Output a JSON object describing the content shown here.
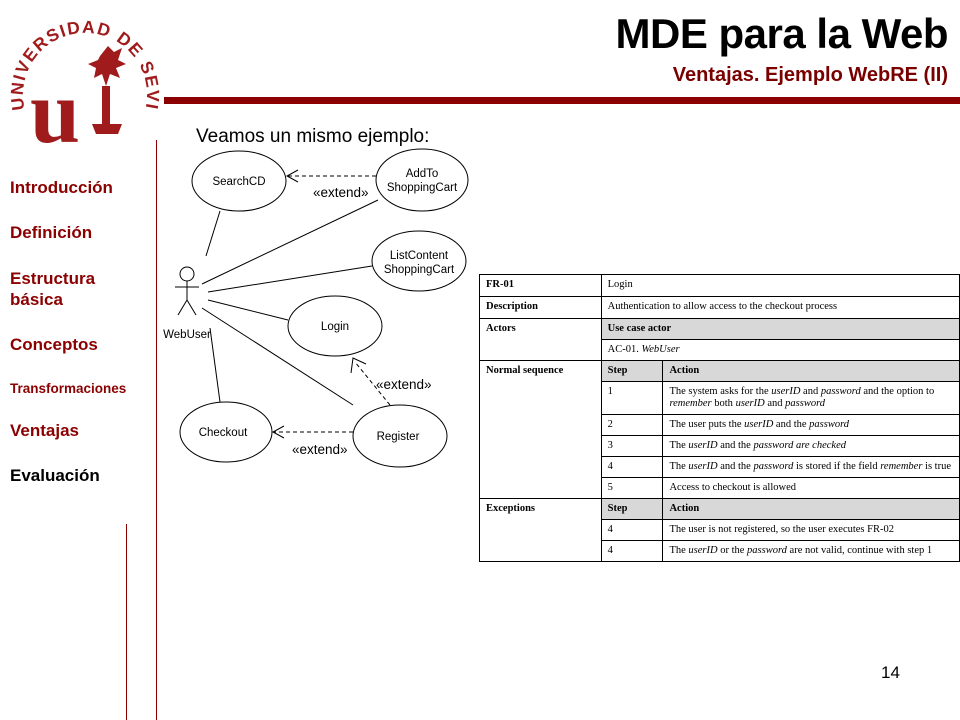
{
  "logo": {
    "ring_text": "UNIVERSIDAD DE SEVILLA",
    "monogram": "u",
    "color": "#a01c1c"
  },
  "header": {
    "title": "MDE para la Web",
    "subtitle": "Ventajas. Ejemplo WebRE (II)"
  },
  "nav": {
    "items": [
      {
        "label": "Introducción"
      },
      {
        "label": "Definición"
      },
      {
        "label": "Estructura"
      },
      {
        "label": "básica"
      },
      {
        "label": "Conceptos"
      },
      {
        "label": "Transformaciones"
      },
      {
        "label": "Ventajas"
      },
      {
        "label": "Evaluación"
      }
    ]
  },
  "intro": "Veamos un mismo ejemplo:",
  "diagram": {
    "actor": "WebUser",
    "use_cases": {
      "search_cd": "SearchCD",
      "add_to_cart_1": "AddTo",
      "add_to_cart_2": "ShoppingCart",
      "list_content_1": "ListContent",
      "list_content_2": "ShoppingCart",
      "login": "Login",
      "checkout": "Checkout",
      "register": "Register"
    },
    "extend_label": "«extend»"
  },
  "table": {
    "id_label": "FR-01",
    "id_value": "Login",
    "desc_label": "Description",
    "desc_value": "Authentication to allow access to the checkout process",
    "actors_label": "Actors",
    "actors_header": "Use case actor",
    "actor_value_prefix": "AC-01. ",
    "actor_value_name": "WebUser",
    "normal_label": "Normal sequence",
    "step_header": "Step",
    "action_header": "Action",
    "s1_num": "1",
    "s1_a": "The system asks for the ",
    "s1_b": "userID",
    "s1_c": " and ",
    "s1_d": "password",
    "s1_e": " and the option to ",
    "s1_f": "remember",
    "s1_g": " both ",
    "s1_h": "userID",
    "s1_i": " and ",
    "s1_j": "password",
    "s2_num": "2",
    "s2_a": "The user puts the ",
    "s2_b": "userID",
    "s2_c": " and the ",
    "s2_d": "password",
    "s3_num": "3",
    "s3_a": "The ",
    "s3_b": "userID",
    "s3_c": " and the ",
    "s3_d": "password are checked",
    "s4_num": "4",
    "s4_a": "The ",
    "s4_b": "userID",
    "s4_c": " and the ",
    "s4_d": "password",
    "s4_e": " is stored if the field ",
    "s4_f": "remember",
    "s4_g": " is true",
    "s5_num": "5",
    "s5_a": "Access to checkout is allowed",
    "exceptions_label": "Exceptions",
    "e1_num": "4",
    "e1_a": "The user is not registered, so the user executes FR-02",
    "e2_num": "4",
    "e2_a": "The ",
    "e2_b": "userID",
    "e2_c": " or the ",
    "e2_d": "password",
    "e2_e": " are not valid, continue with step 1"
  },
  "page_number": "14"
}
